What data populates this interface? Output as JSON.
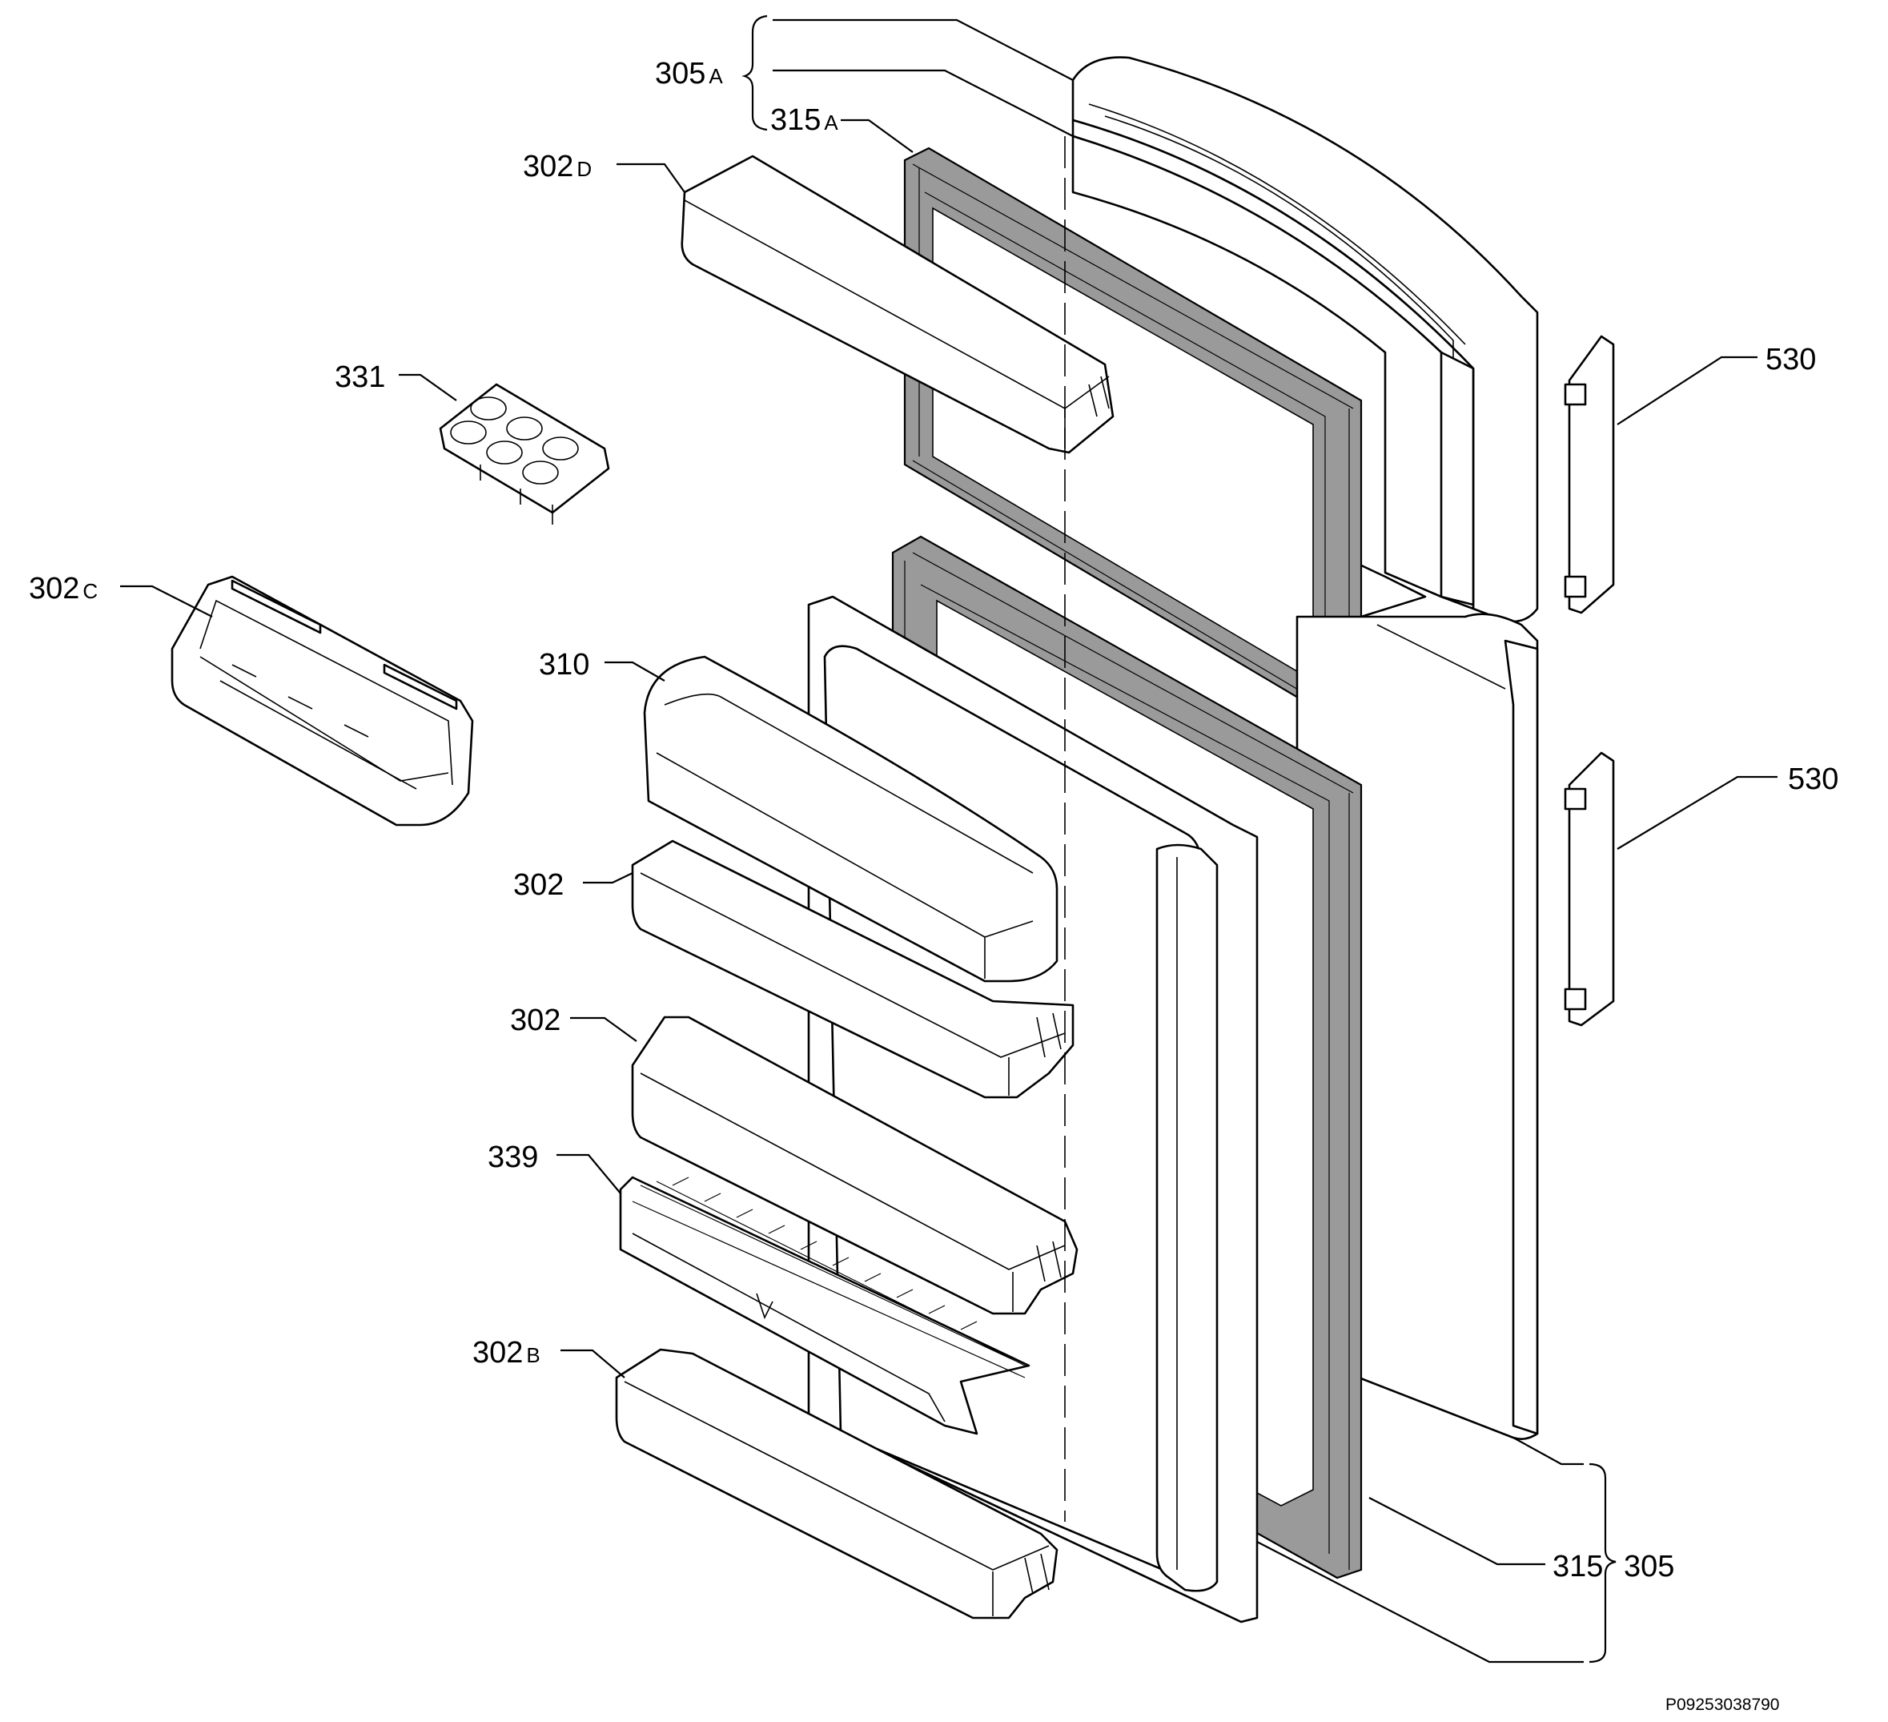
{
  "diagram": {
    "labels": {
      "l305A": {
        "num": "305",
        "suffix": "A"
      },
      "l315A": {
        "num": "315",
        "suffix": "A"
      },
      "l302D": {
        "num": "302",
        "suffix": "D"
      },
      "l331": {
        "num": "331"
      },
      "l302C": {
        "num": "302",
        "suffix": "C"
      },
      "l310": {
        "num": "310"
      },
      "l302a": {
        "num": "302"
      },
      "l302b": {
        "num": "302"
      },
      "l339": {
        "num": "339"
      },
      "l302B": {
        "num": "302",
        "suffix": "B"
      },
      "l530a": {
        "num": "530"
      },
      "l530b": {
        "num": "530"
      },
      "l315": {
        "num": "315"
      },
      "l305": {
        "num": "305"
      }
    },
    "reference_code": "P09253038790"
  }
}
